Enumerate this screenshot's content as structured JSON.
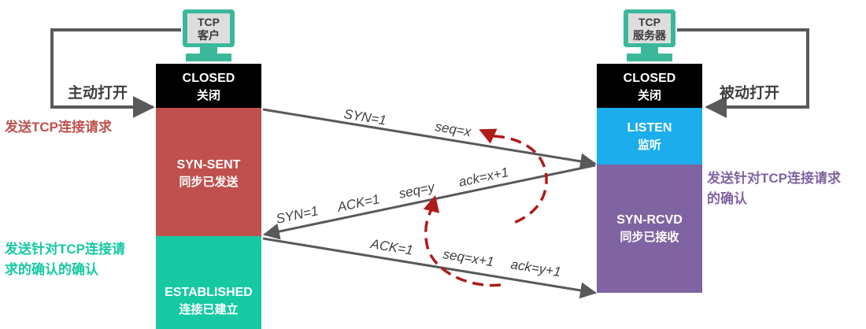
{
  "colors": {
    "black": "#000000",
    "red_state": "#c0504d",
    "teal_state": "#16c9a3",
    "blue_state": "#1badec",
    "purple_state": "#8064a2",
    "monitor_green": "#3bb89b",
    "monitor_screen": "#dddddd",
    "arrow_gray": "#595959",
    "curve_red": "#b01b1b"
  },
  "client": {
    "monitor_line1": "TCP",
    "monitor_line2": "客户",
    "states": [
      {
        "title": "CLOSED",
        "sub": "关闭",
        "color": "black"
      },
      {
        "title": "SYN-SENT",
        "sub": "同步已发送",
        "color": "red_state"
      },
      {
        "title": "ESTABLISHED",
        "sub": "连接已建立",
        "color": "teal_state"
      }
    ],
    "open_label": "主动打开",
    "note_request": "发送TCP连接请求",
    "note_confirm": [
      "发送针对TCP连接请",
      "求的确认的确认"
    ]
  },
  "server": {
    "monitor_line1": "TCP",
    "monitor_line2": "服务器",
    "states": [
      {
        "title": "CLOSED",
        "sub": "关闭",
        "color": "black"
      },
      {
        "title": "LISTEN",
        "sub": "监听",
        "color": "blue_state"
      },
      {
        "title": "SYN-RCVD",
        "sub": "同步已接收",
        "color": "purple_state"
      }
    ],
    "open_label": "被动打开",
    "note_confirm": [
      "发送针对TCP连接请求",
      "的确认"
    ]
  },
  "messages": {
    "m1": {
      "syn": "SYN=1",
      "seq": "seq=x"
    },
    "m2": {
      "syn": "SYN=1",
      "ack_flag": "ACK=1",
      "seq": "seq=y",
      "ack": "ack=x+1"
    },
    "m3": {
      "ack_flag": "ACK=1",
      "seq": "seq=x+1",
      "ack": "ack=y+1"
    }
  }
}
